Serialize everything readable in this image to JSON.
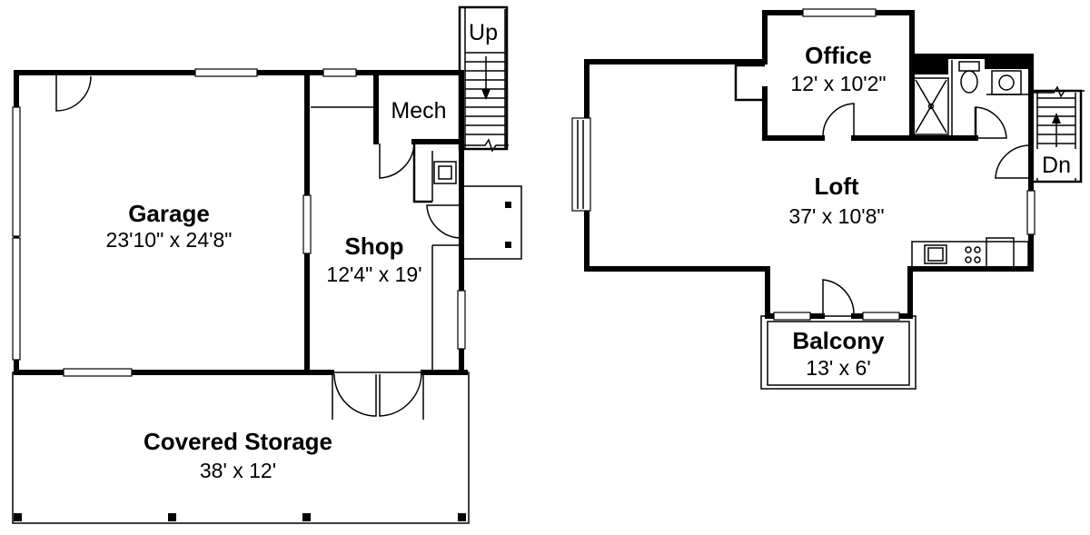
{
  "rooms": {
    "garage": {
      "name": "Garage",
      "dim": "23'10\" x 24'8\""
    },
    "shop": {
      "name": "Shop",
      "dim": "12'4\" x 19'"
    },
    "mech": {
      "name": "Mech"
    },
    "covered_storage": {
      "name": "Covered Storage",
      "dim": "38' x 12'"
    },
    "office": {
      "name": "Office",
      "dim": "12' x 10'2\""
    },
    "loft": {
      "name": "Loft",
      "dim": "37' x 10'8\""
    },
    "balcony": {
      "name": "Balcony",
      "dim": "13' x 6'"
    }
  },
  "stairs": {
    "up_label": "Up",
    "down_label": "Dn"
  }
}
